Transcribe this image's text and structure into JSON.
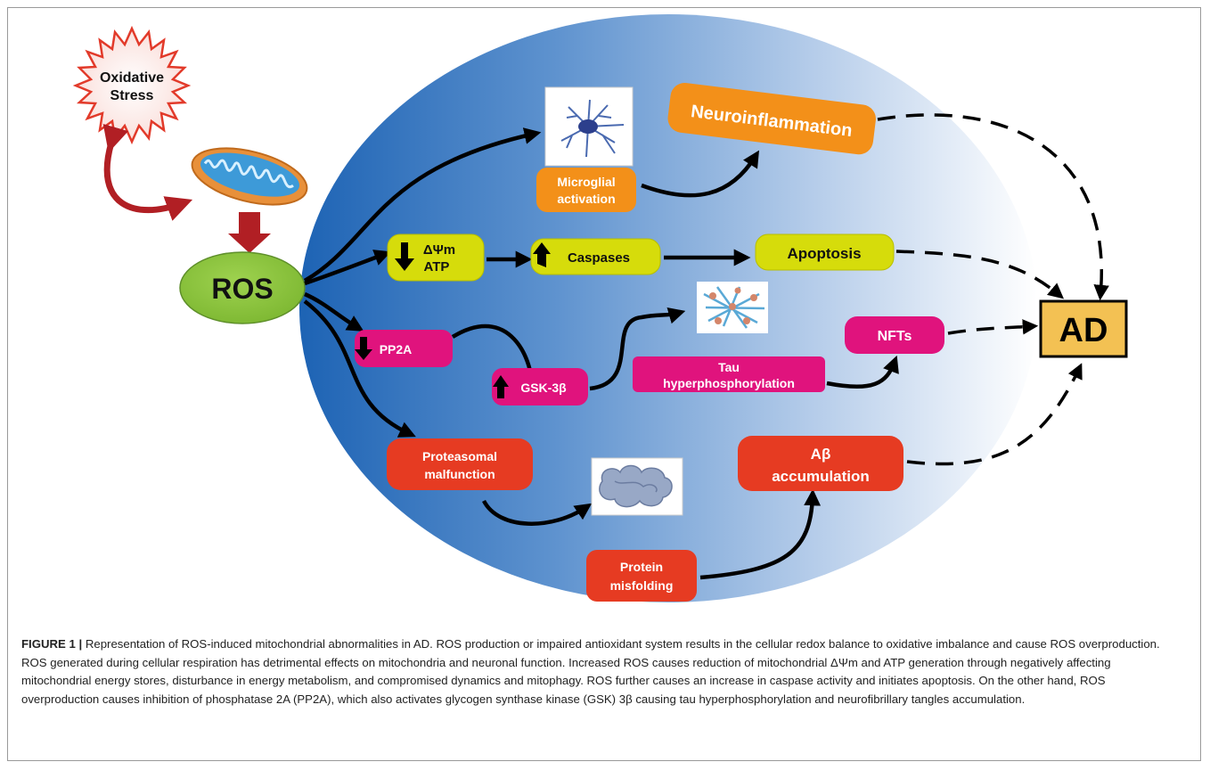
{
  "figure": {
    "caption_label": "FIGURE 1 |",
    "caption_text": "Representation of ROS-induced mitochondrial abnormalities in AD. ROS production or impaired antioxidant system results in the cellular redox balance to oxidative imbalance and cause ROS overproduction. ROS generated during cellular respiration has detrimental effects on mitochondria and neuronal function. Increased ROS causes reduction of mitochondrial ΔΨm and ATP generation through negatively affecting mitochondrial energy stores, disturbance in energy metabolism, and compromised dynamics and mitophagy. ROS further causes an increase in caspase activity and initiates apoptosis. On the other hand, ROS overproduction causes inhibition of phosphatase 2A (PP2A), which also activates glycogen synthase kinase (GSK) 3β causing tau hyperphosphorylation and neurofibrillary tangles accumulation."
  },
  "nodes": {
    "oxidative_stress": {
      "line1": "Oxidative",
      "line2": "Stress"
    },
    "ros": {
      "label": "ROS"
    },
    "microglial": {
      "line1": "Microglial",
      "line2": "activation"
    },
    "neuroinflammation": {
      "label": "Neuroinflammation"
    },
    "dpsim": {
      "line1": "ΔΨm",
      "line2": "ATP"
    },
    "caspases": {
      "label": "Caspases"
    },
    "apoptosis": {
      "label": "Apoptosis"
    },
    "pp2a": {
      "label": "PP2A"
    },
    "gsk": {
      "label": "GSK-3β"
    },
    "tau": {
      "line1": "Tau",
      "line2": "hyperphosphorylation"
    },
    "nfts": {
      "label": "NFTs"
    },
    "proteasomal": {
      "line1": "Proteasomal",
      "line2": "malfunction"
    },
    "protein_misfolding": {
      "line1": "Protein",
      "line2": "misfolding"
    },
    "abeta": {
      "line1": "Aβ",
      "line2": "accumulation"
    },
    "ad": {
      "label": "AD"
    }
  },
  "colors": {
    "orange": "#f39019",
    "yellow_green": "#d6dc0b",
    "magenta": "#e0137d",
    "red": "#e63b22",
    "ros_green": "#8cc63e",
    "ad_gold": "#f3c153",
    "dark_red_arrow": "#b11f24",
    "ellipse_dark": "#2a6fbc",
    "ellipse_light": "#ffffff"
  }
}
